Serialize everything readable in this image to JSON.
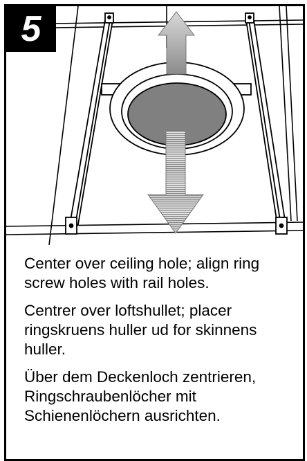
{
  "step": {
    "number": "5"
  },
  "instructions": {
    "en": "Center over ceiling hole; align ring screw holes with rail holes.",
    "da": "Centrer over loftshullet; placer ringskruens huller ud for skinnens huller.",
    "de": "Über dem Deckenloch zentrieren, Ringschraubenlöcher mit Schienenlöchern ausrichten."
  },
  "colors": {
    "accent": "#000000",
    "hole": "#808080",
    "arrow": "#9a9a9a"
  }
}
